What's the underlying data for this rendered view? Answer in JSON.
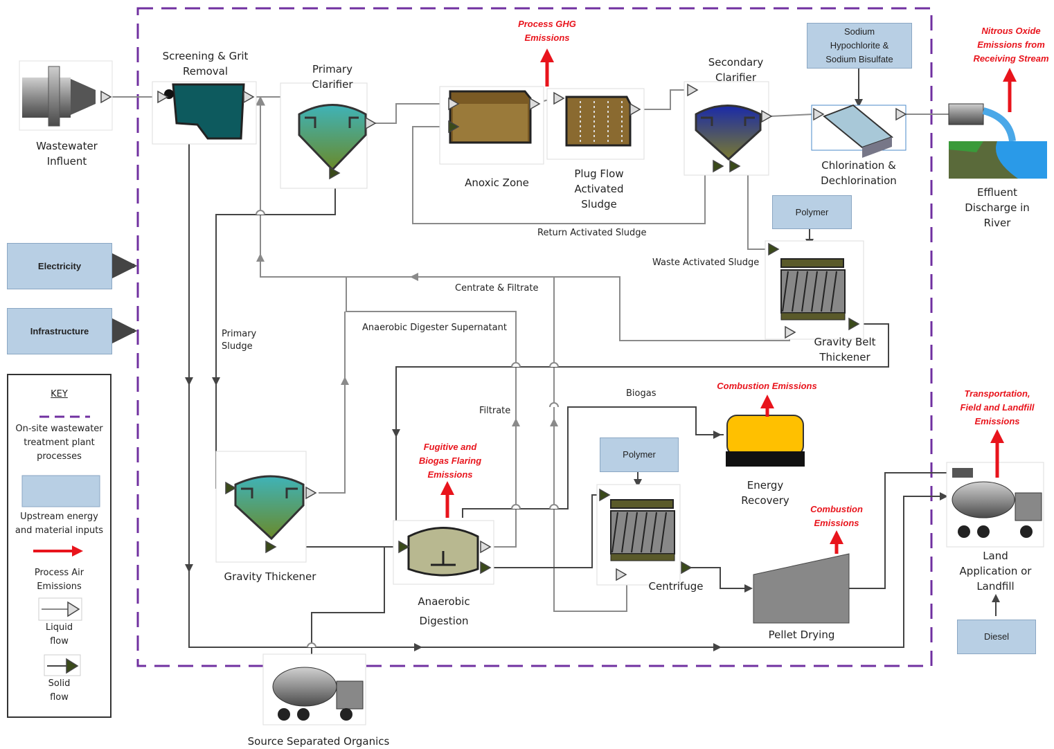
{
  "labels": {
    "wastewater_influent": "Wastewater\nInfluent",
    "screening": "Screening & Grit\nRemoval",
    "primary_clarifier": "Primary\nClarifier",
    "anoxic_zone": "Anoxic Zone",
    "plug_flow": "Plug Flow\nActivated\nSludge",
    "secondary_clarifier": "Secondary\nClarifier",
    "chlorination": "Chlorination &\nDechlorination",
    "effluent": "Effluent\nDischarge in\nRiver",
    "gravity_belt": "Gravity Belt\nThickener",
    "gravity_thickener": "Gravity Thickener",
    "anaerobic_digestion": "Anaerobic\nDigestion",
    "energy_recovery": "Energy\nRecovery",
    "centrifuge": "Centrifuge",
    "pellet_drying": "Pellet Drying",
    "land_application": "Land\nApplication or\nLandfill",
    "source_separated": "Source Separated Organics"
  },
  "flow_labels": {
    "return_activated_sludge": "Return Activated Sludge",
    "waste_activated_sludge": "Waste Activated Sludge",
    "centrate_filtrate": "Centrate & Filtrate",
    "digester_supernatant": "Anaerobic Digester Supernatant",
    "primary_sludge": "Primary\nSludge",
    "filtrate": "Filtrate",
    "biogas": "Biogas"
  },
  "emissions": {
    "process_ghg": "Process GHG\nEmissions",
    "nitrous_oxide": "Nitrous Oxide\nEmissions from\nReceiving Stream",
    "combustion_top": "Combustion Emissions",
    "fugitive": "Fugitive and\nBiogas Flaring\nEmissions",
    "combustion_drying": "Combustion\nEmissions",
    "transportation": "Transportation,\nField and Landfill\nEmissions"
  },
  "inputs": {
    "sodium": "Sodium\nHypochlorite &\nSodium Bisulfate",
    "polymer_top": "Polymer",
    "polymer_bottom": "Polymer",
    "electricity": "Electricity",
    "infrastructure": "Infrastructure",
    "diesel": "Diesel"
  },
  "key": {
    "title": "KEY",
    "onsite": "On-site wastewater\ntreatment plant\nprocesses",
    "upstream": "Upstream energy\nand material inputs",
    "process_air": "Process Air\nEmissions",
    "liquid": "Liquid\nflow",
    "solid": "Solid\nflow"
  },
  "colors": {
    "boundary": "#7030a0",
    "emission": "#e8141c",
    "input_box": "#b8cfe4",
    "pipe": "#8a8a8a",
    "solid_arrow": "#3a4a1a"
  }
}
